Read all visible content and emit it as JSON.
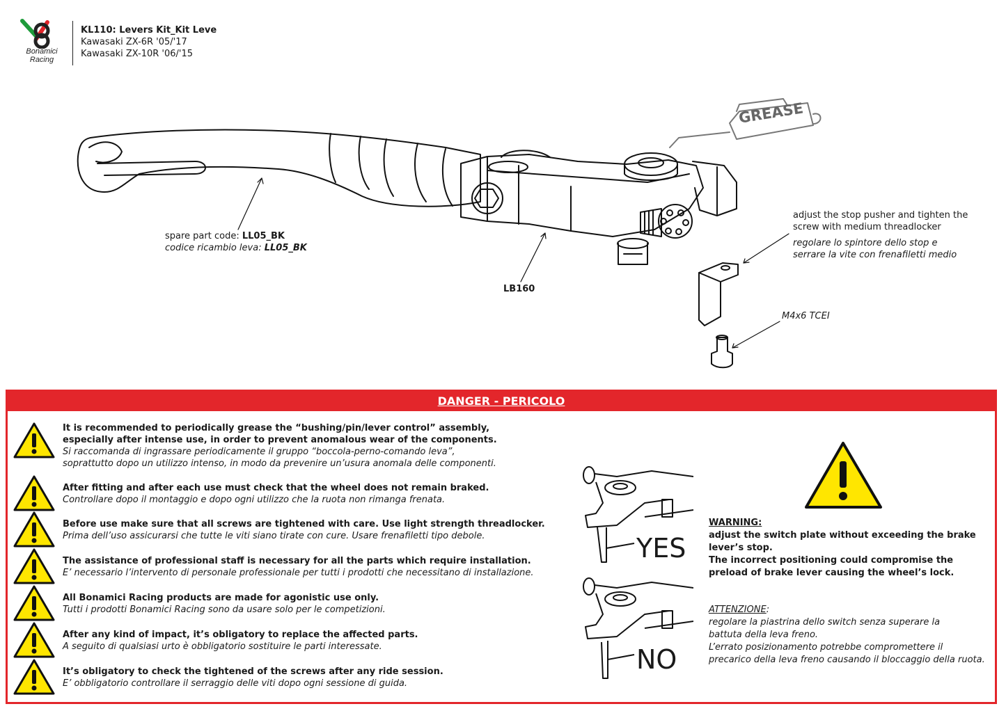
{
  "header": {
    "brand_line1": "Bonamici",
    "brand_line2": "Racing",
    "title": "KL110: Levers Kit_Kit Leve",
    "model1": "Kawasaki ZX-6R '05/'17",
    "model2": "Kawasaki ZX-10R '06/'15"
  },
  "drawing": {
    "grease": "GREASE",
    "spare_en": "spare part code: ",
    "spare_en_code": "LL05_BK",
    "spare_it": "codice ricambio leva: ",
    "spare_it_code": "LL05_BK",
    "lb160": "LB160",
    "stop_en1": "adjust the stop pusher and tighten the",
    "stop_en2": "screw with medium threadlocker",
    "stop_it1": "regolare lo spintore dello stop e",
    "stop_it2": "serrare la vite con frenafiletti medio",
    "screw": "M4x6 TCEI"
  },
  "danger": {
    "title": "DANGER - PERICOLO",
    "items": [
      {
        "en1": "It is recommended to periodically grease the “bushing/pin/lever control” assembly,",
        "en2": "especially after intense use, in order to prevent anomalous wear of the components.",
        "it1": "Si raccomanda di ingrassare periodicamente il gruppo “boccola-perno-comando leva”,",
        "it2": "soprattutto dopo un utilizzo intenso, in modo da prevenire un’usura anomala delle componenti."
      },
      {
        "en1": "After fitting and after each use must check that the wheel does not remain braked.",
        "it1": "Controllare dopo il montaggio e dopo ogni utilizzo che la ruota non rimanga frenata."
      },
      {
        "en1": "Before use make sure that all screws are tightened with care. Use light strength threadlocker.",
        "it1": "Prima dell’uso assicurarsi che tutte le viti siano tirate con cure. Usare frenafiletti tipo debole."
      },
      {
        "en1": "The assistance of professional staff is necessary for all the parts which require installation.",
        "it1": "E’ necessario l’intervento di personale professionale per tutti i prodotti che necessitano di installazione."
      },
      {
        "en1": "All Bonamici Racing products are made for agonistic use only.",
        "it1": "Tutti i prodotti Bonamici Racing sono da usare solo per le competizioni."
      },
      {
        "en1": "After any kind of impact, it’s obligatory to replace the affected parts.",
        "it1": "A seguito di qualsiasi urto è obbligatorio sostituire le parti interessate."
      },
      {
        "en1": "It’s obligatory to check the tightened of the screws after any ride session.",
        "it1": "E’ obbligatorio controllare il serraggio delle viti dopo ogni sessione di guida."
      }
    ],
    "yes": "YES",
    "no": "NO",
    "warning_title": "WARNING:",
    "warning1": "adjust the switch plate without exceeding the brake",
    "warning2": "lever’s stop.",
    "warning3": "The incorrect positioning could compromise the",
    "warning4": "preload of brake lever causing the wheel’s lock.",
    "att_title": "ATTENZIONE",
    "att_colon": ":",
    "att1": "regolare la piastrina dello switch senza superare la",
    "att2": "battuta della leva freno.",
    "att3": "L’errato posizionamento potrebbe compromettere il",
    "att4": "precarico della leva freno causando il bloccaggio della ruota."
  },
  "colors": {
    "danger_red": "#e3262b",
    "warning_yellow": "#ffe600"
  }
}
